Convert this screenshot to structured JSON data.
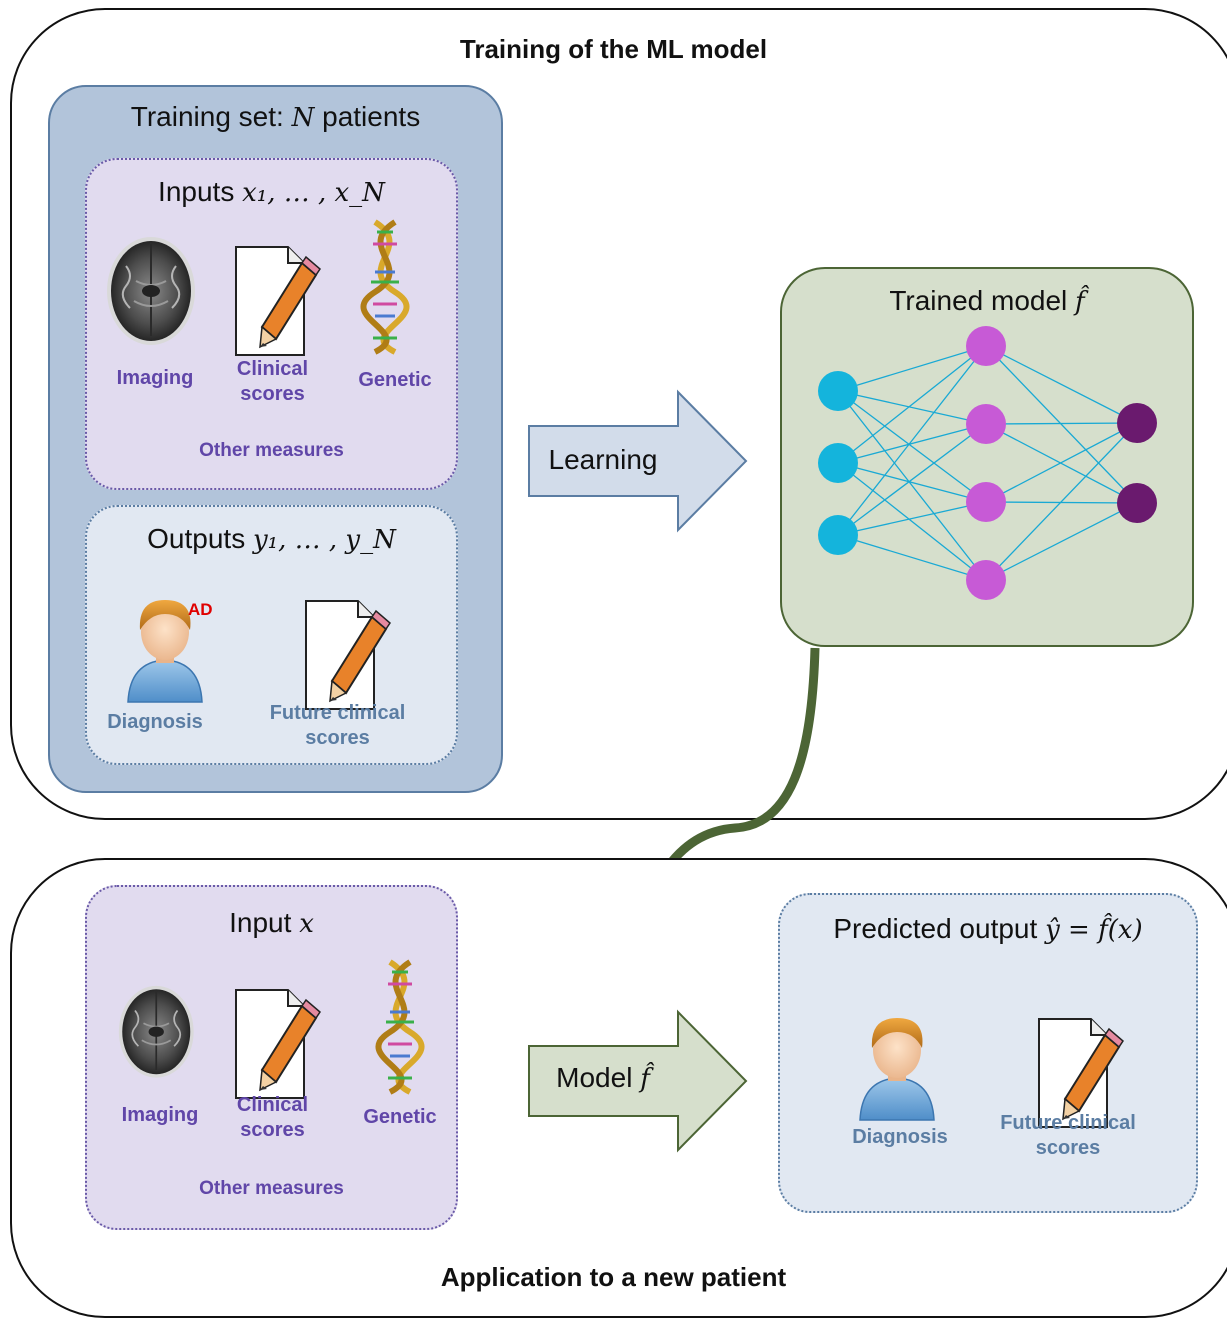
{
  "top_section": {
    "title": "Training of the ML model",
    "training_set": {
      "title_prefix": "Training set: ",
      "title_var": "N",
      "title_suffix": " patients",
      "inputs": {
        "title_prefix": "Inputs ",
        "title_math": "x₁, … , x_N",
        "items": [
          "Imaging",
          "Clinical scores",
          "Genetic"
        ],
        "items_line2": [
          "",
          "scores",
          ""
        ],
        "items_line1": [
          "Imaging",
          "Clinical",
          "Genetic"
        ],
        "other": "Other measures"
      },
      "outputs": {
        "title_prefix": "Outputs ",
        "title_math": "y₁, … , y_N",
        "badge": "AD",
        "diagnosis": "Diagnosis",
        "future_line1": "Future clinical",
        "future_line2": "scores"
      }
    },
    "arrow_label": "Learning",
    "trained_model": {
      "title_prefix": "Trained model ",
      "title_math": "f̂"
    },
    "network": {
      "layers": [
        3,
        4,
        2
      ]
    }
  },
  "bottom_section": {
    "title": "Application to a new patient",
    "input": {
      "title_prefix": "Input ",
      "title_math": "x",
      "items_line1": [
        "Imaging",
        "Clinical",
        "Genetic"
      ],
      "items_line2": [
        "",
        "scores",
        ""
      ],
      "other": "Other measures"
    },
    "arrow_label_prefix": "Model ",
    "arrow_label_math": "f̂",
    "predicted": {
      "title_prefix": "Predicted output  ",
      "title_math": "ŷ = f̂(x)",
      "diagnosis": "Diagnosis",
      "future_line1": "Future clinical",
      "future_line2": "scores"
    }
  },
  "colors": {
    "training_fill": "#b2c4da",
    "input_fill": "#e1dbef",
    "model_fill": "#d6dfcc",
    "connector": "#4c6535",
    "node_input": "#14b4dc",
    "node_hidden": "#c75ad6",
    "node_output": "#6a1a6e",
    "label_purple": "#6046a8",
    "label_blue": "#5b7da3"
  },
  "icons": [
    "brain-scan-icon",
    "document-pencil-icon",
    "dna-helix-icon",
    "patient-avatar-icon"
  ]
}
